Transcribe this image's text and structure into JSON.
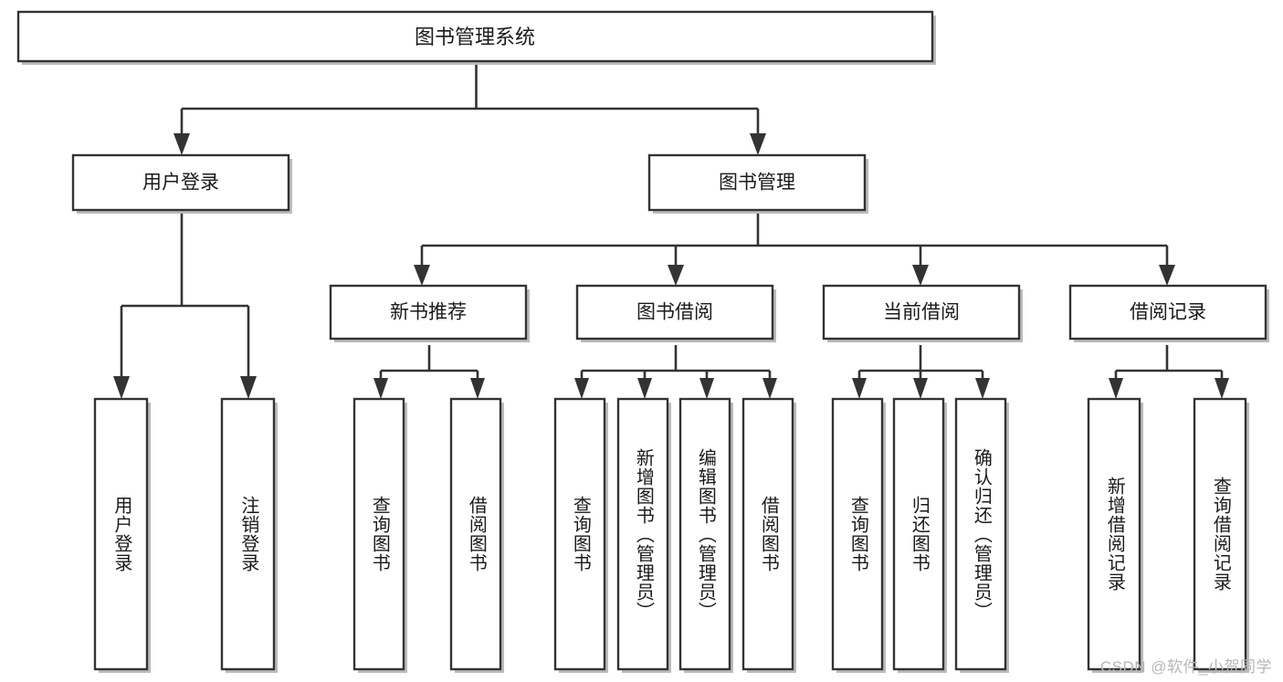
{
  "diagram": {
    "title_node": {
      "label": "图书管理系统"
    },
    "level2": [
      {
        "label": "用户登录"
      },
      {
        "label": "图书管理"
      }
    ],
    "level3": [
      {
        "label": "新书推荐"
      },
      {
        "label": "图书借阅"
      },
      {
        "label": "当前借阅"
      },
      {
        "label": "借阅记录"
      }
    ],
    "leaves": {
      "user_login": [
        {
          "label": "用户登录"
        },
        {
          "label": "注销登录"
        }
      ],
      "new_book": [
        {
          "label": "查询图书"
        },
        {
          "label": "借阅图书"
        }
      ],
      "book_borrow": [
        {
          "label": "查询图书"
        },
        {
          "label": "新增图书（管理员）"
        },
        {
          "label": "编辑图书（管理员）"
        },
        {
          "label": "借阅图书"
        }
      ],
      "current_borrow": [
        {
          "label": "查询图书"
        },
        {
          "label": "归还图书"
        },
        {
          "label": "确认归还（管理员）"
        }
      ],
      "borrow_record": [
        {
          "label": "新增借阅记录"
        },
        {
          "label": "查询借阅记录"
        }
      ]
    }
  },
  "watermark": {
    "text": "CSDN @软件_小贺同学"
  },
  "colors": {
    "stroke": "#333333",
    "fill": "#ffffff",
    "text": "#1a1a1a",
    "watermark": "#b6b6b6"
  }
}
